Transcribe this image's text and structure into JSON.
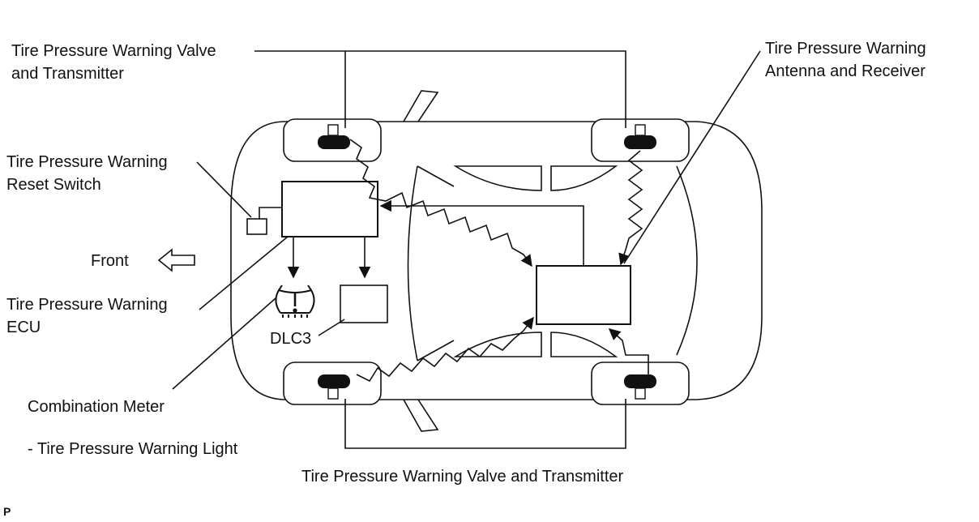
{
  "labels": {
    "valve_top": "Tire Pressure Warning Valve\nand Transmitter",
    "antenna_receiver": "Tire Pressure Warning\nAntenna and Receiver",
    "reset_switch": "Tire Pressure Warning\nReset Switch",
    "front": "Front",
    "ecu": "Tire Pressure Warning\nECU",
    "dlc3": "DLC3",
    "combination_meter": "Combination Meter",
    "warning_light": "- Tire Pressure Warning Light",
    "valve_bottom": "Tire Pressure Warning Valve and Transmitter",
    "corner_mark": "P"
  },
  "icons": {
    "warning_light": "tire-pressure-warning-icon",
    "front_arrow": "arrow-left-outline-icon"
  },
  "colors": {
    "line": "#111111",
    "background": "#ffffff"
  }
}
